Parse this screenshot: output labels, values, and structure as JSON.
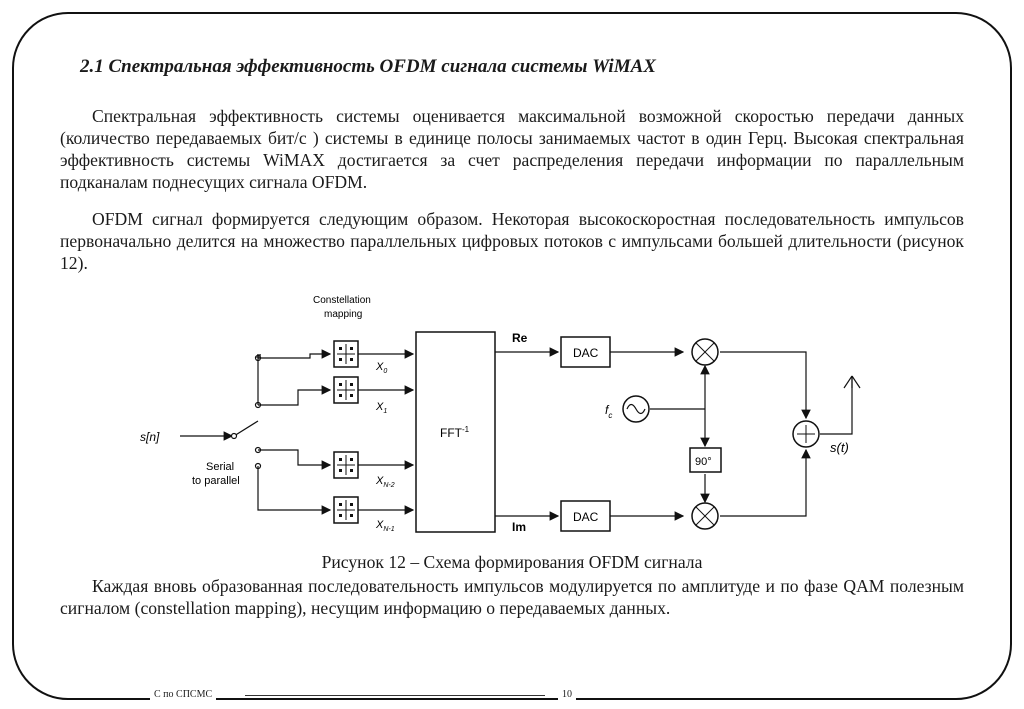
{
  "section_title": "2.1 Спектральная эффективность OFDM сигнала системы WiMAX",
  "paragraphs": [
    "Спектральная эффективность системы оценивается максимальной возможной скоростью передачи данных (количество передаваемых бит/с ) системы в единице полосы занимаемых частот в один Герц. Высокая спектральная эффективность системы WiMAX достигается за счет распределения передачи информации по параллельным подканалам поднесущих сигнала OFDM.",
    "OFDM сигнал формируется следующим образом. Некоторая высокоскоростная последовательность импульсов первоначально делится на множество параллельных цифровых потоков с импульсами большей длительности (рисунок 12).",
    "Каждая вновь образованная последовательность импульсов модулируется по амплитуде и по фазе QAM полезным сигналом (constellation mapping), несущим информацию о передаваемых данных."
  ],
  "figure": {
    "caption": "Рисунок 12 – Схема формирования OFDM сигнала",
    "input_label": "s[n]",
    "serial_label_1": "Serial",
    "serial_label_2": "to parallel",
    "constellation_label_1": "Constellation",
    "constellation_label_2": "mapping",
    "x0": "X",
    "x0_sub": "0",
    "x1": "X",
    "x1_sub": "1",
    "xn2": "X",
    "xn2_sub": "N-2",
    "xn1": "X",
    "xn1_sub": "N-1",
    "fft": "FFT",
    "fft_sup": "-1",
    "re_label": "Re",
    "im_label": "Im",
    "dac_top": "DAC",
    "dac_bottom": "DAC",
    "osc_label": "f",
    "osc_sub": "c",
    "phase_label": "90°",
    "output_label": "s(t)"
  },
  "footer": {
    "left": "С по СПСМС",
    "page": "10"
  }
}
